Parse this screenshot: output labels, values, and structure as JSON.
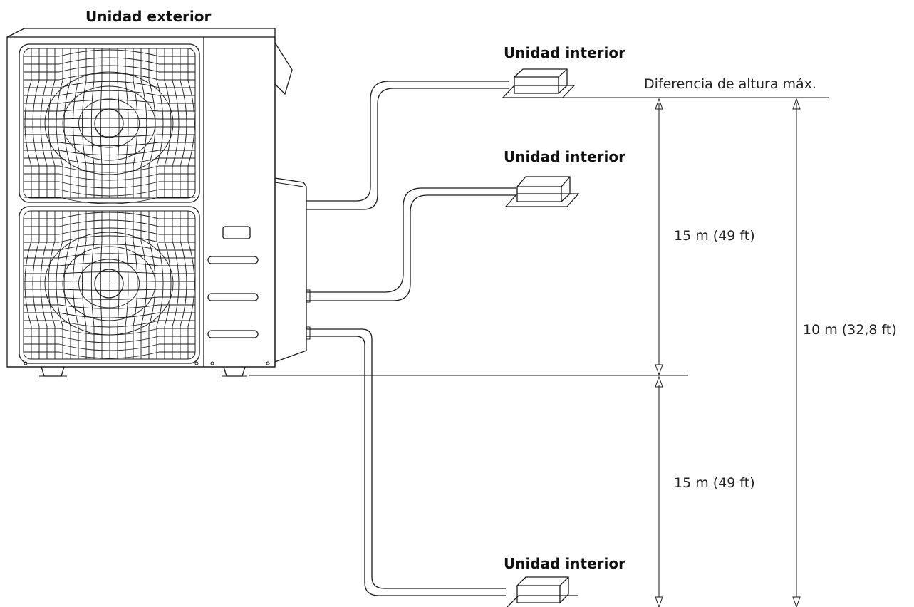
{
  "labels": {
    "outdoor_unit": "Unidad exterior",
    "indoor_unit_top": "Unidad interior",
    "indoor_unit_middle": "Unidad interior",
    "indoor_unit_bottom": "Unidad interior",
    "max_height_difference": "Diferencia de altura máx.",
    "dim_upper": "15 m (49 ft)",
    "dim_lower": "15 m (49 ft)",
    "dim_indoor": "10 m (32,8 ft)"
  }
}
